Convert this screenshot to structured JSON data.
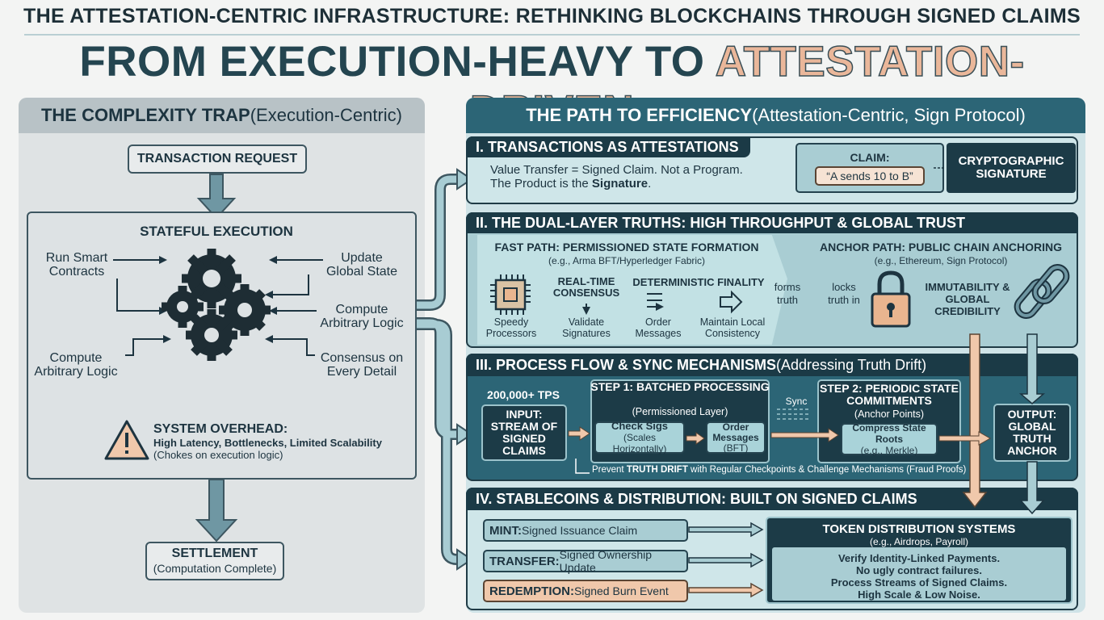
{
  "header": {
    "top_title": "THE ATTESTATION-CENTRIC INFRASTRUCTURE: RETHINKING BLOCKCHAINS THROUGH SIGNED CLAIMS",
    "main_part1": "FROM EXECUTION-HEAVY TO ",
    "main_part2": "ATTESTATION-DRIVEN"
  },
  "left": {
    "title_bold": "THE COMPLEXITY TRAP",
    "title_rest": " (Execution-Centric)",
    "tx_request": "TRANSACTION REQUEST",
    "stateful_title": "STATEFUL EXECUTION",
    "lbl_run_smart": "Run Smart Contracts",
    "lbl_update_state": "Update Global State",
    "lbl_compute_right": "Compute Arbitrary Logic",
    "lbl_compute_left": "Compute Arbitrary Logic",
    "lbl_consensus": "Consensus on Every Detail",
    "overhead_title": "SYSTEM OVERHEAD:",
    "overhead_bold": "High Latency, Bottlenecks, Limited Scalability",
    "overhead_rest": " (Chokes on execution logic)",
    "settlement": "SETTLEMENT",
    "settlement_sub": "(Computation Complete)"
  },
  "right": {
    "title_bold": "THE PATH TO EFFICIENCY",
    "title_rest": " (Attestation-Centric, Sign Protocol)",
    "s1": {
      "header": "I. TRANSACTIONS AS ATTESTATIONS",
      "line1": "Value Transfer = Signed Claim. Not a Program.",
      "line2a": "The Product is the ",
      "line2b": "Signature",
      "line2c": ".",
      "claim_label": "CLAIM:",
      "claim_value": "“A sends 10 to B”",
      "crypto_sig": "CRYPTOGRAPHIC SIGNATURE"
    },
    "s2": {
      "header": "II. THE DUAL-LAYER TRUTHS: HIGH THROUGHPUT & GLOBAL TRUST",
      "fast_title": "FAST PATH: PERMISSIONED STATE FORMATION",
      "fast_sub": "(e.g., Arma BFT/Hyperledger Fabric)",
      "speedy": "Speedy Processors",
      "realtime": "REAL-TIME CONSENSUS",
      "validate": "Validate Signatures",
      "det_finality": "DETERMINISTIC FINALITY",
      "order": "Order Messages",
      "maintain": "Maintain Local Consistency",
      "forms_truth": "forms truth",
      "anchor_title": "ANCHOR PATH: PUBLIC CHAIN ANCHORING",
      "anchor_sub": "(e.g., Ethereum, Sign Protocol)",
      "locks": "locks truth in",
      "immut": "IMMUTABILITY & GLOBAL CREDIBILITY"
    },
    "s3": {
      "header_bold": "III. PROCESS FLOW & SYNC MECHANISMS",
      "header_rest": " (Addressing Truth Drift)",
      "tps": "200,000+ TPS",
      "input": "INPUT: STREAM OF SIGNED CLAIMS",
      "step1": "STEP 1: BATCHED PROCESSING",
      "step1_sub": "(Permissioned Layer)",
      "check_sigs": "Check Sigs",
      "check_sigs_sub": "(Scales Horizontally)",
      "order_msgs": "Order Messages",
      "order_msgs_sub": "(BFT)",
      "sync": "Sync",
      "step2": "STEP 2: PERIODIC STATE COMMITMENTS",
      "step2_sub": "(Anchor Points)",
      "compress": "Compress State Roots",
      "compress_sub": " (e.g., Merkle)",
      "output": "OUTPUT: GLOBAL TRUTH ANCHOR",
      "drift_a": "Prevent ",
      "drift_b": "TRUTH DRIFT",
      "drift_c": " with Regular Checkpoints & Challenge Mechanisms (Fraud Proofs)"
    },
    "s4": {
      "header": "IV. STABLECOINS & DISTRIBUTION: BUILT ON SIGNED CLAIMS",
      "mint_b": "MINT:",
      "mint_r": " Signed Issuance Claim",
      "transfer_b": "TRANSFER:",
      "transfer_r": " Signed Ownership Update",
      "redemption_b": "REDEMPTION:",
      "redemption_r": " Signed Burn Event",
      "token_title": "TOKEN DISTRIBUTION SYSTEMS",
      "token_sub": "(e.g., Airdrops, Payroll)",
      "token_l1": "Verify Identity-Linked Payments.",
      "token_l2": "No ugly contract failures.",
      "token_l3": "Process Streams of Signed Claims.",
      "token_l4": "High Scale & Low Noise."
    }
  },
  "colors": {
    "navy": "#1c3b47",
    "teal": "#2c6576",
    "light_teal": "#cfe3e7",
    "peach": "#f0c8ab",
    "slate_arrow": "#6f97a3"
  },
  "icons": [
    "gears-icon",
    "warning-icon",
    "chip-icon",
    "triple-arrow-icon",
    "arrow-icon",
    "padlock-icon",
    "chain-link-icon"
  ]
}
